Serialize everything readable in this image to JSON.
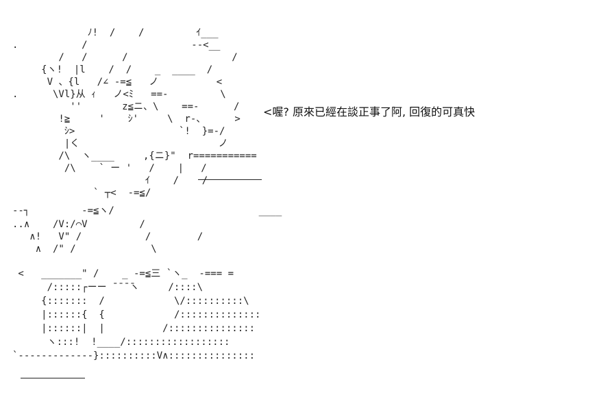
{
  "caption": "<喔? 原來已經在談正事了阿, 回復的可真快",
  "art": {
    "lines": [
      "             ﾉ!  /    /         ｲ___",
      ".           /                  --<__",
      "        /   /      /                  /",
      "     {ヽ!  |l    /  /    _  ____  /",
      "      V 、{l   /∠ -=≦   ノ          <",
      ".      \\Vl}从 ｨ   ノ<ﾐ   ==-         \\",
      "          ''       z≦ニ、\\    ==-      /",
      "        !≧     '    ｼ'     \\  r-、     >",
      "         ｼ>                  `!  }=-/",
      "         |く                        ノ",
      "        /\\  ヽ____     ,{ニ}\"  r===========",
      "         /\\    ` ー '   /    |   /",
      "                       ｲ    /    /",
      "              ` ┬<  -=≦/",
      "--┐         -=≦ヽ/                         ____",
      "..∧    /V:/⌒V         /",
      "   ∧!   V\" /           /        /",
      "    ∧  /\" /             \\",
      " <   _______\" /    _ -=≦三 `ヽ_  -=== =",
      "      /:::::┌ーー ̄ ̄ ̄ ̄ヽ     /::::\\",
      "     {:::::::  /            \\/::::::::::\\",
      "     |::::::{  {            /::::::::::::::",
      "     |::::::|  |          /:::::::::::::::",
      "      ヽ:::!  !____/::::::::::::::::::",
      "`-------------}::::::::::V∧:::::::::::::::"
    ]
  }
}
